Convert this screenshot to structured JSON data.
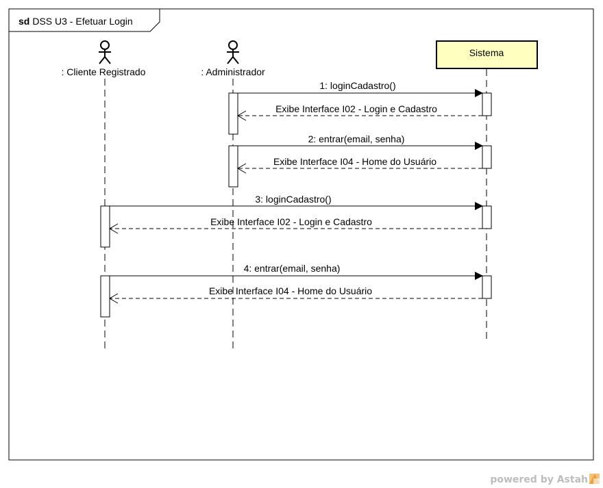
{
  "frame": {
    "keyword": "sd",
    "title": "DSS U3 - Efetuar Login"
  },
  "lifelines": {
    "cliente": {
      "label": ": Cliente Registrado",
      "kind": "actor"
    },
    "admin": {
      "label": ": Administrador",
      "kind": "actor"
    },
    "sistema": {
      "label": "Sistema",
      "kind": "object",
      "fill": "#ffffc0"
    }
  },
  "messages": [
    {
      "label": "1: loginCadastro()",
      "from": "Administrador",
      "to": "Sistema",
      "kind": "call"
    },
    {
      "label": "Exibe Interface I02 - Login e Cadastro",
      "from": "Sistema",
      "to": "Administrador",
      "kind": "return"
    },
    {
      "label": "2: entrar(email, senha)",
      "from": "Administrador",
      "to": "Sistema",
      "kind": "call"
    },
    {
      "label": "Exibe Interface I04 - Home do Usuário",
      "from": "Sistema",
      "to": "Administrador",
      "kind": "return"
    },
    {
      "label": "3: loginCadastro()",
      "from": "Cliente Registrado",
      "to": "Sistema",
      "kind": "call"
    },
    {
      "label": "Exibe Interface I02 - Login e Cadastro",
      "from": "Sistema",
      "to": "Cliente Registrado",
      "kind": "return"
    },
    {
      "label": "4: entrar(email, senha)",
      "from": "Cliente Registrado",
      "to": "Sistema",
      "kind": "call"
    },
    {
      "label": "Exibe Interface I04 - Home do Usuário",
      "from": "Sistema",
      "to": "Cliente Registrado",
      "kind": "return"
    }
  ],
  "watermark": {
    "text": "powered by Astah",
    "logo_color": "#f0a040"
  }
}
